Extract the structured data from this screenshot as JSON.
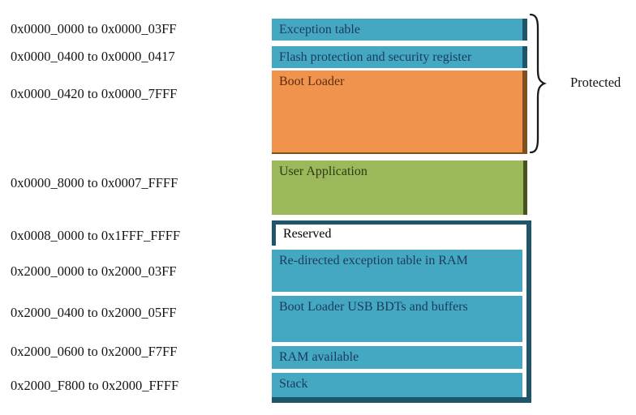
{
  "figure": {
    "type": "memory-map-diagram",
    "protected_label": "Protected",
    "regions": [
      {
        "address_range": "0x0000_0000 to 0x0000_03FF",
        "label": "Exception table",
        "color": "#45a8c3",
        "protected": true
      },
      {
        "address_range": "0x0000_0400 to 0x0000_0417",
        "label": "Flash protection and security register",
        "color": "#45a8c3",
        "protected": true
      },
      {
        "address_range": "0x0000_0420 to 0x0000_7FFF",
        "label": "Boot Loader",
        "color": "#f0934c",
        "protected": true
      },
      {
        "address_range": "0x0000_8000 to 0x0007_FFFF",
        "label": "User Application",
        "color": "#9bb95a",
        "protected": false
      },
      {
        "address_range": "0x0008_0000 to 0x1FFF_FFFF",
        "label": "Reserved",
        "color": "#ffffff",
        "protected": false
      },
      {
        "address_range": "0x2000_0000 to 0x2000_03FF",
        "label": "Re-directed exception table in RAM",
        "color": "#45a8c3",
        "protected": false
      },
      {
        "address_range": "0x2000_0400 to 0x2000_05FF",
        "label": "Boot Loader USB BDTs and buffers",
        "color": "#45a8c3",
        "protected": false
      },
      {
        "address_range": "0x2000_0600 to 0x2000_F7FF",
        "label": "RAM available",
        "color": "#45a8c3",
        "protected": false
      },
      {
        "address_range": "0x2000_F800 to 0x2000_FFFF",
        "label": "Stack",
        "color": "#45a8c3",
        "protected": false
      }
    ],
    "colors": {
      "block_blue": "#45a8c3",
      "block_orange": "#f0934c",
      "block_green": "#9bb95a",
      "border_dark_teal": "#1e5568",
      "border_dark_brown": "#7c511d",
      "border_dark_olive": "#4a531f",
      "text_navy": "#1b3a5c",
      "text_brown": "#5e2b0e",
      "text_olive": "#2e3814",
      "text_black": "#141414"
    }
  }
}
